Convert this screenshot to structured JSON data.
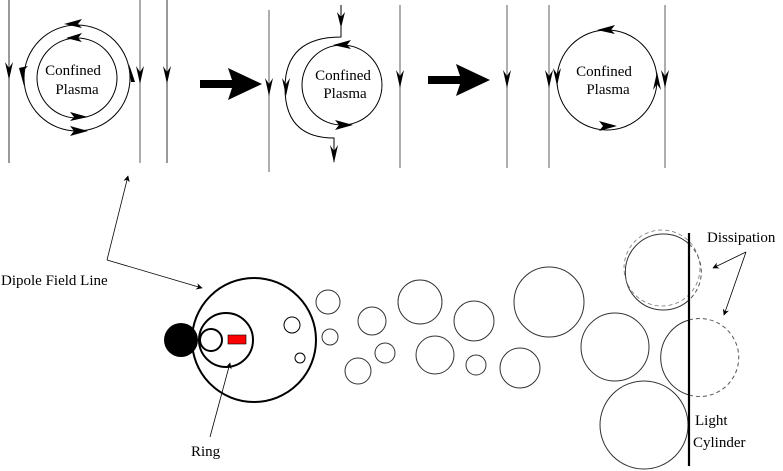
{
  "diagram": {
    "top_panels": [
      {
        "id": "panel-1",
        "label_line1": "Confined",
        "label_line2": "Plasma",
        "state": "double loop enclosing plasma between field lines"
      },
      {
        "id": "panel-2",
        "label_line1": "Confined",
        "label_line2": "Plasma",
        "state": "outer loop opening / reconnecting"
      },
      {
        "id": "panel-3",
        "label_line1": "Confined",
        "label_line2": "Plasma",
        "state": "single detached loop"
      }
    ],
    "labels": {
      "dipole_field_line": "Dipole Field Line",
      "ring": "Ring",
      "dissipation": "Dissipation",
      "light_cylinder_line1": "Light",
      "light_cylinder_line2": "Cylinder"
    },
    "colors": {
      "stroke": "#000000",
      "field_line": "#555555",
      "ring_marker": "#ff0000",
      "star": "#000000",
      "background": "#ffffff"
    }
  }
}
